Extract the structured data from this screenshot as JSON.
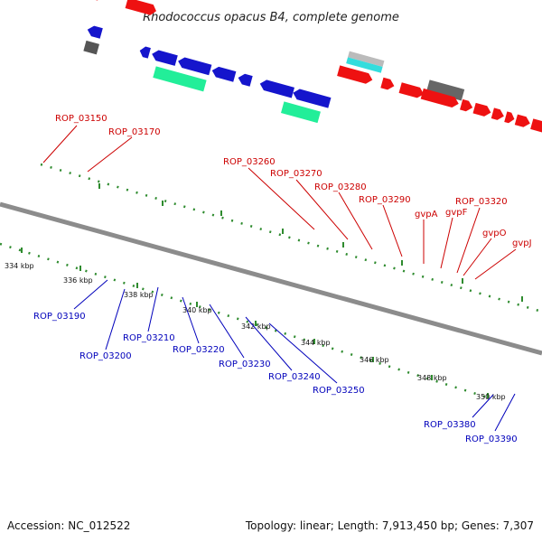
{
  "title": "Rhodococcus opacus B4, complete genome",
  "footer": {
    "accession": "Accession: NC_012522",
    "summary": "Topology: linear; Length: 7,913,450 bp; Genes: 7,307"
  },
  "colors": {
    "backbone": "#8c8c8c",
    "ruler": "#2e8b2e",
    "forward_gene": "#ee1111",
    "reverse_gene": "#1515cc",
    "rna_cyan": "#33dddd",
    "rna_green": "#22ee99",
    "pseudo_gray": "#666666",
    "light_gray": "#bbbbbb",
    "pink": "#ee8888",
    "steel_blue": "#5588bb",
    "label_forward": "#cc0000",
    "label_reverse": "#0000bb"
  },
  "scale_labels": [
    "334 kbp",
    "336 kbp",
    "338 kbp",
    "340 kbp",
    "342 kbp",
    "344 kbp",
    "346 kbp",
    "348 kbp",
    "350 kbp"
  ],
  "gene_labels": {
    "forward": [
      "ROP_03150",
      "ROP_03170",
      "ROP_03260",
      "ROP_03270",
      "ROP_03280",
      "ROP_03290",
      "gvpA",
      "gvpF",
      "ROP_03320",
      "gvpO",
      "gvpJ"
    ],
    "reverse": [
      "ROP_03190",
      "ROP_03200",
      "ROP_03210",
      "ROP_03220",
      "ROP_03230",
      "ROP_03240",
      "ROP_03250",
      "ROP_03380",
      "ROP_03390"
    ]
  }
}
